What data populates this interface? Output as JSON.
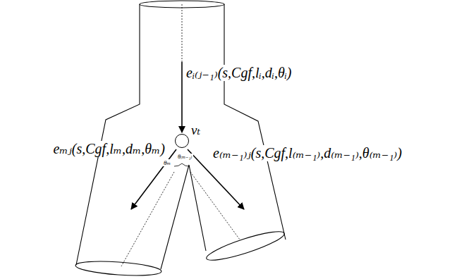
{
  "diagram": {
    "nodes": [
      {
        "text": [
          "vₜ"
        ]
      }
    ],
    "labels": [
      "eᵢ₍ⱼ₋₁₎(s,Cgf,lᵢ,dᵢ,θᵢ)",
      "eₘⱼ(s,Cgf,lₘ,dₘ,θₘ)",
      "e₍ₘ₋₁₎ⱼ(s,Cgf,l₍ₘ₋₁₎,d₍ₘ₋₁₎,θ₍ₘ₋₁₎)",
      "θₘ",
      "θ₍ₘ₋₁₎"
    ]
  }
}
